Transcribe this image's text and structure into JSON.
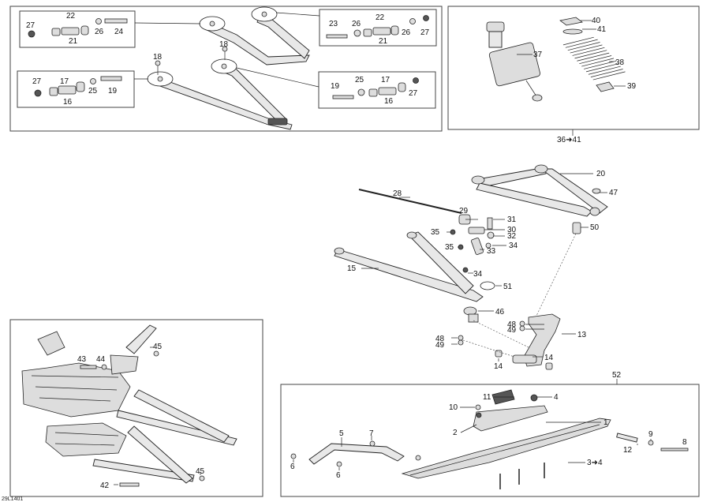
{
  "figure_code": "29L1401",
  "callouts": {
    "c22a": "22",
    "c27a": "27",
    "c26a": "26",
    "c24": "24",
    "c21a": "21",
    "c23": "23",
    "c26b": "26",
    "c22b": "22",
    "c27b": "27",
    "c26c": "26",
    "c21b": "21",
    "c18a": "18",
    "c18b": "18",
    "c27c": "27",
    "c17a": "17",
    "c25a": "25",
    "c19a": "19",
    "c16a": "16",
    "c19b": "19",
    "c25b": "25",
    "c17b": "17",
    "c27d": "27",
    "c16b": "16",
    "c40": "40",
    "c41": "41",
    "c37": "37",
    "c38": "38",
    "c39": "39",
    "range": "36➜41",
    "c20": "20",
    "c47": "47",
    "c28": "28",
    "c29": "29",
    "c31": "31",
    "c30": "30",
    "c35a": "35",
    "c32": "32",
    "c35b": "35",
    "c33": "33",
    "c34a": "34",
    "c15": "15",
    "c34b": "34",
    "c51": "51",
    "c50": "50",
    "c46": "46",
    "c48a": "48",
    "c49a": "49",
    "c13": "13",
    "c48b": "48",
    "c49b": "49",
    "c14a": "14",
    "c14b": "14",
    "c45a": "45",
    "c43": "43",
    "c44": "44",
    "c45b": "45",
    "c42": "42",
    "c52": "52",
    "c11": "11",
    "c4a": "4",
    "c10": "10",
    "c1": "1",
    "c2": "2",
    "c5": "5",
    "c7": "7",
    "c6a": "6",
    "c6b": "6",
    "c3to4": "3➜4",
    "c9": "9",
    "c8": "8",
    "c12": "12"
  }
}
